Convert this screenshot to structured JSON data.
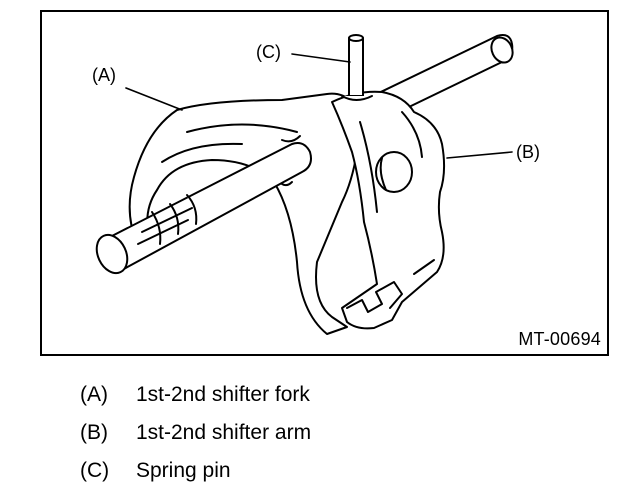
{
  "figure_id": "MT-00694",
  "callouts": {
    "a": "(A)",
    "b": "(B)",
    "c": "(C)"
  },
  "legend": [
    {
      "key": "(A)",
      "text": "1st-2nd shifter fork"
    },
    {
      "key": "(B)",
      "text": "1st-2nd shifter arm"
    },
    {
      "key": "(C)",
      "text": "Spring pin"
    }
  ],
  "colors": {
    "line": "#000000",
    "background": "#ffffff"
  }
}
